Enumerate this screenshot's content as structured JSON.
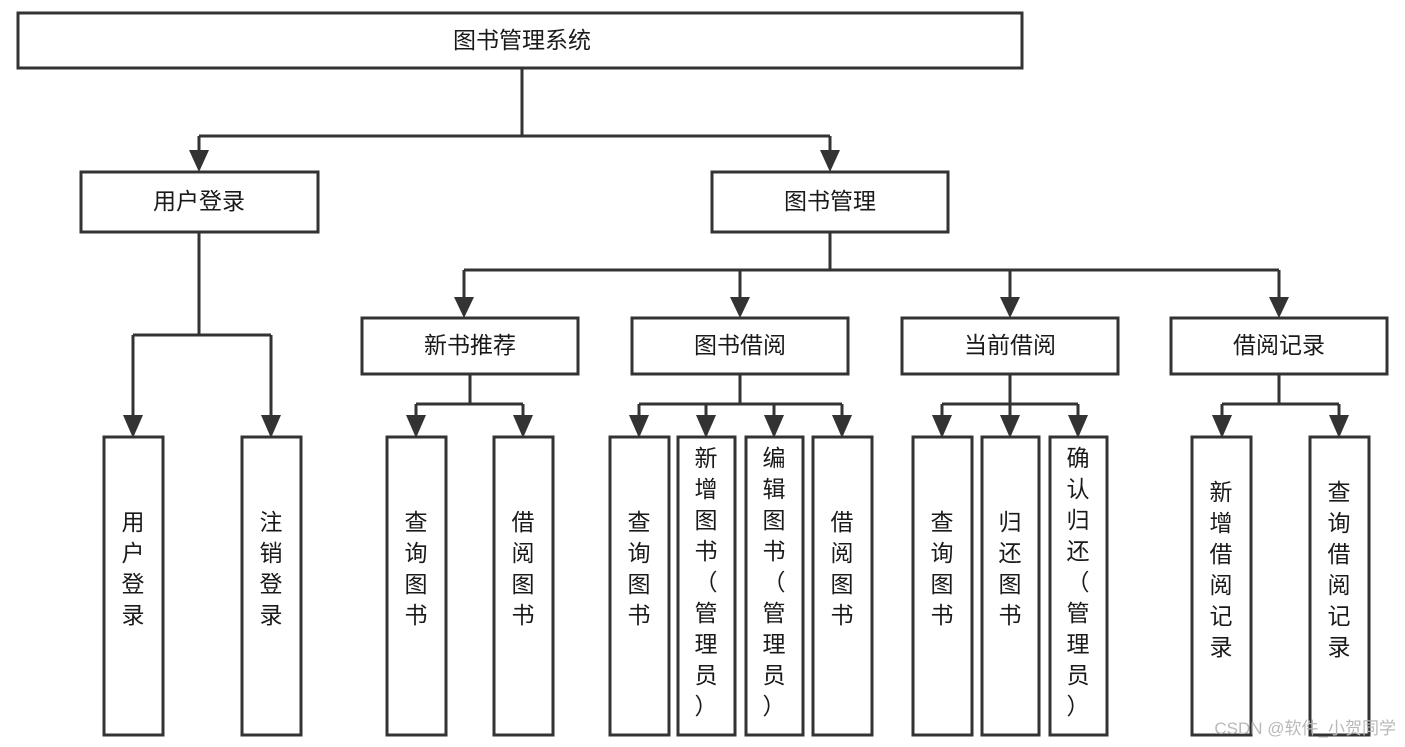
{
  "diagram": {
    "title": "图书管理系统",
    "type": "hierarchy-tree",
    "orientation": "top-down",
    "levels": 4
  },
  "root": {
    "label": "图书管理系统"
  },
  "level2": [
    {
      "label": "用户登录"
    },
    {
      "label": "图书管理"
    }
  ],
  "level3": [
    {
      "label": "新书推荐"
    },
    {
      "label": "图书借阅"
    },
    {
      "label": "当前借阅"
    },
    {
      "label": "借阅记录"
    }
  ],
  "leaves": {
    "user_login": [
      {
        "label": "用户登录"
      },
      {
        "label": "注销登录"
      }
    ],
    "new_book_recommend": [
      {
        "label": "查询图书"
      },
      {
        "label": "借阅图书"
      }
    ],
    "book_borrow": [
      {
        "label": "查询图书"
      },
      {
        "label": "新增图书（管理员）"
      },
      {
        "label": "编辑图书（管理员）"
      },
      {
        "label": "借阅图书"
      }
    ],
    "current_borrow": [
      {
        "label": "查询图书"
      },
      {
        "label": "归还图书"
      },
      {
        "label": "确认归还（管理员）"
      }
    ],
    "borrow_record": [
      {
        "label": "新增借阅记录"
      },
      {
        "label": "查询借阅记录"
      }
    ]
  },
  "watermark": {
    "text": "CSDN @软件_小贺同学"
  },
  "colors": {
    "stroke": "#333333",
    "box_fill": "#ffffff",
    "text": "#1a1a1a",
    "watermark": "#b9b9b9",
    "background": "#ffffff"
  }
}
